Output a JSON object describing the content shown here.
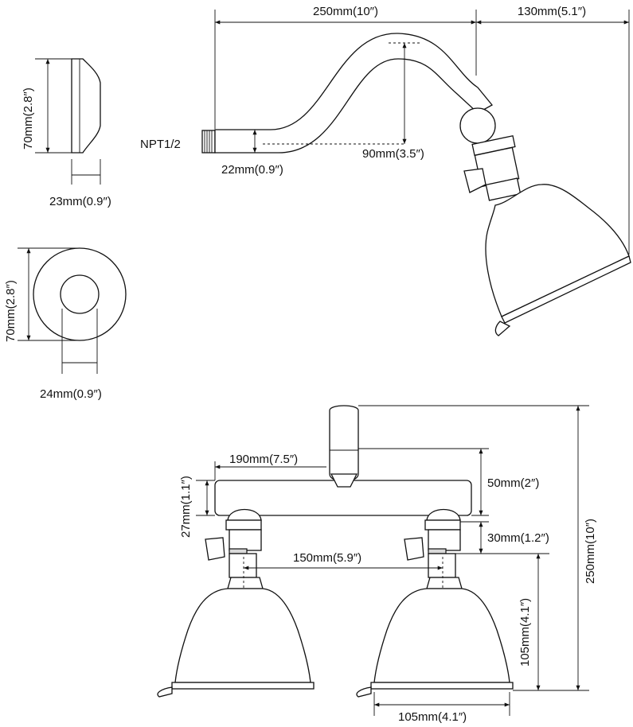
{
  "top": {
    "arm_length": "250mm(10″)",
    "drop_length": "130mm(5.1″)",
    "thread": "NPT1/2",
    "pipe_dia": "22mm(0.9″)",
    "rise": "90mm(3.5″)"
  },
  "flange_side": {
    "height": "70mm(2.8″)",
    "depth": "23mm(0.9″)"
  },
  "flange_front": {
    "height": "70mm(2.8″)",
    "width": "24mm(0.9″)"
  },
  "bottom": {
    "bar_length": "190mm(7.5″)",
    "bar_height": "27mm(1.1″)",
    "bar_drop": "50mm(2″)",
    "ball_drop": "30mm(1.2″)",
    "head_spacing": "150mm(5.9″)",
    "head_height": "105mm(4.1″)",
    "total_height": "250mm(10″)",
    "head_dia": "105mm(4.1″)"
  }
}
